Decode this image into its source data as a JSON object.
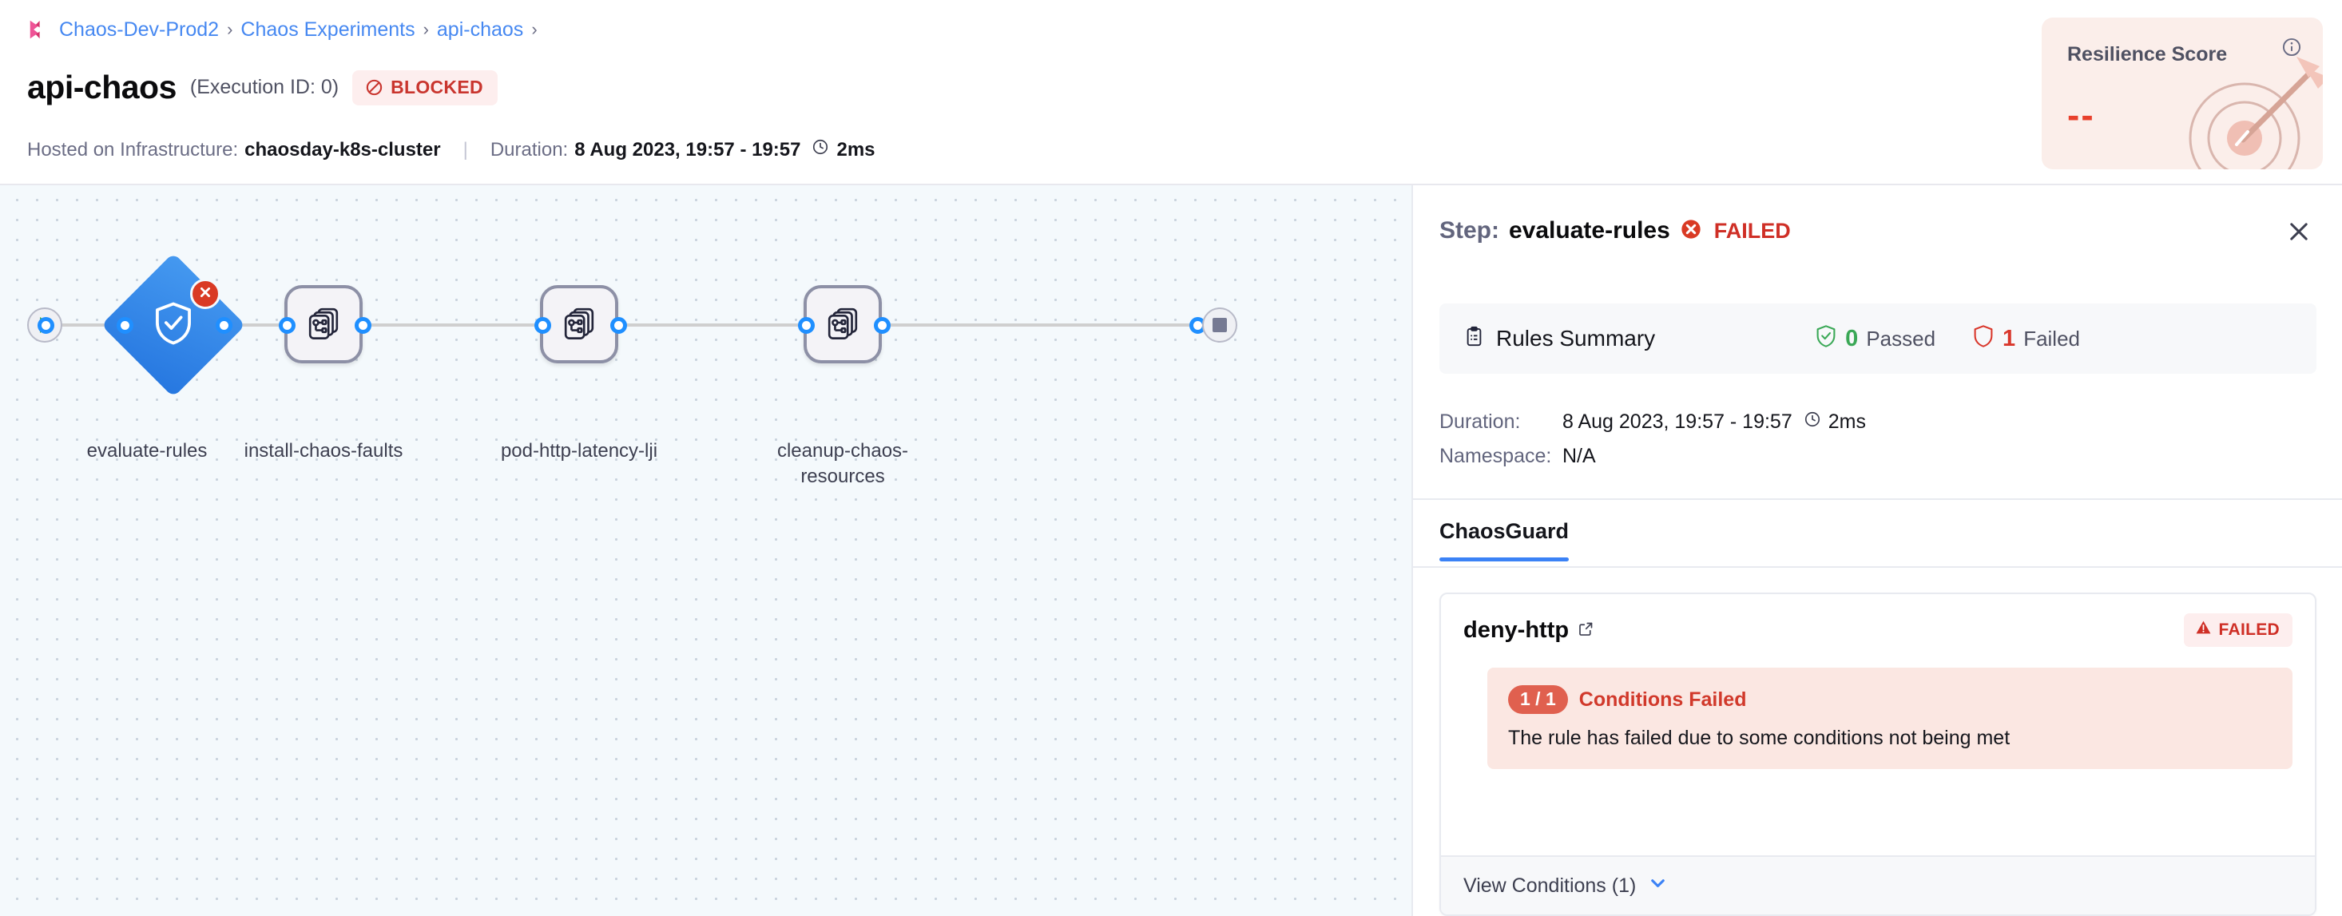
{
  "breadcrumb": {
    "logo_icon": "harness-logo-icon",
    "items": [
      {
        "label": "Chaos-Dev-Prod2"
      },
      {
        "label": "Chaos Experiments"
      },
      {
        "label": "api-chaos"
      }
    ],
    "separator": "›"
  },
  "header": {
    "title": "api-chaos",
    "execution_id": "(Execution ID: 0)",
    "status_badge": {
      "label": "BLOCKED",
      "icon": "blocked-icon",
      "color": "#c9352e",
      "bg": "#fdeeee"
    },
    "infra_label": "Hosted on Infrastructure:",
    "infra_value": "chaosday-k8s-cluster",
    "duration_label": "Duration:",
    "duration_value": "8 Aug 2023, 19:57 - 19:57",
    "duration_elapsed": "2ms",
    "clock_icon": "clock-icon"
  },
  "resilience": {
    "title": "Resilience Score",
    "value": "--",
    "info_icon": "info-icon",
    "art_icon": "target-arrow-icon",
    "bg": "#fbeeea",
    "value_color": "#e8402c"
  },
  "pipeline": {
    "start_icon": "play-icon",
    "end_icon": "stop-icon",
    "nodes": [
      {
        "id": "evaluate-rules",
        "label": "evaluate-rules",
        "shape": "diamond",
        "icon": "shield-check-icon",
        "status": "failed",
        "status_icon": "error-x-icon",
        "color": "#2f85ec"
      },
      {
        "id": "install-chaos-faults",
        "label": "install-chaos-faults",
        "shape": "rounded-square",
        "icon": "chaos-fault-icon",
        "status": "not-started"
      },
      {
        "id": "pod-http-latency-lji",
        "label": "pod-http-latency-lji",
        "shape": "rounded-square",
        "icon": "chaos-fault-icon",
        "status": "not-started"
      },
      {
        "id": "cleanup-chaos-resources",
        "label": "cleanup-chaos-resources",
        "shape": "rounded-square",
        "icon": "chaos-fault-icon",
        "status": "not-started"
      }
    ]
  },
  "panel": {
    "title_prefix": "Step:",
    "step_name": "evaluate-rules",
    "step_status": "FAILED",
    "step_status_icon": "error-x-icon",
    "close_icon": "close-icon",
    "rules_summary": {
      "icon": "clipboard-icon",
      "title": "Rules Summary",
      "passed_count": "0",
      "passed_label": "Passed",
      "passed_icon": "shield-check-green-icon",
      "failed_count": "1",
      "failed_label": "Failed",
      "failed_icon": "shield-red-icon"
    },
    "details": [
      {
        "key": "Duration:",
        "value": "8 Aug 2023, 19:57 - 19:57",
        "extra": "2ms",
        "icon": "clock-icon"
      },
      {
        "key": "Namespace:",
        "value": "N/A",
        "extra": "",
        "icon": ""
      }
    ],
    "tabs": [
      {
        "label": "ChaosGuard",
        "active": true
      }
    ],
    "rule": {
      "name": "deny-http",
      "external_link_icon": "external-link-icon",
      "status": "FAILED",
      "status_icon": "warning-triangle-icon",
      "conditions_pill": "1 / 1",
      "conditions_title": "Conditions Failed",
      "conditions_desc": "The rule has failed due to some conditions not being met",
      "view_conditions_label": "View Conditions (1)",
      "chevron_icon": "chevron-down-icon"
    }
  }
}
